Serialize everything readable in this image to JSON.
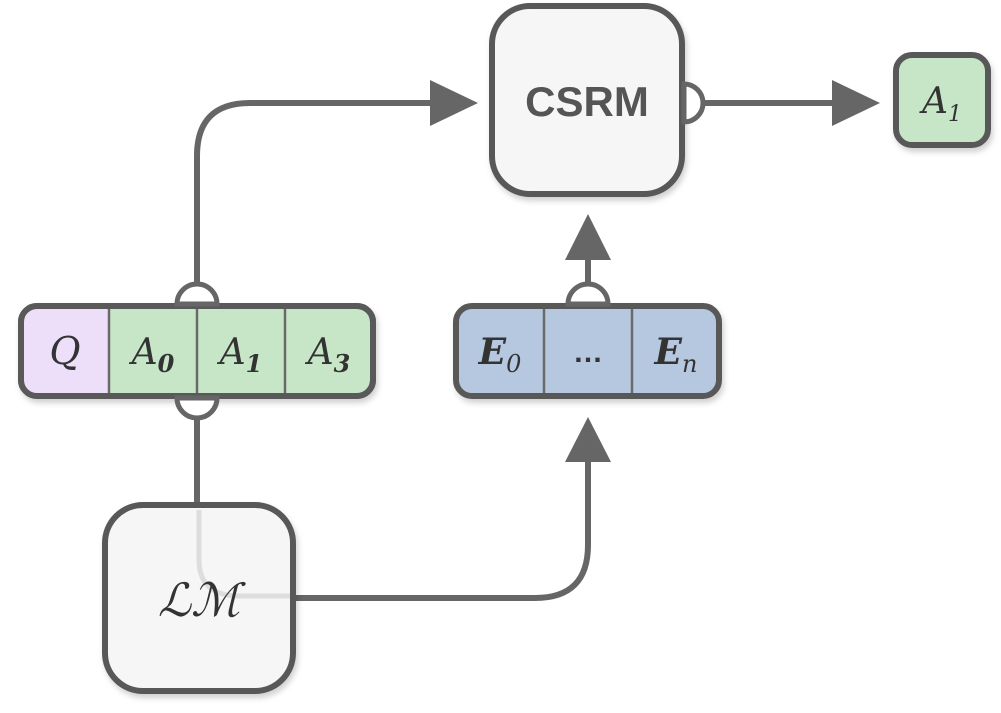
{
  "nodes": {
    "csrm": {
      "label": "CSRM"
    },
    "lm": {
      "label": "ℒℳ"
    },
    "output": {
      "main": "A",
      "sub": "1"
    }
  },
  "context_sequence": [
    {
      "main": "Q",
      "sub": "",
      "color": "#eddffa"
    },
    {
      "main": "A",
      "sub": "0",
      "color": "#c6e6c7"
    },
    {
      "main": "A",
      "sub": "1",
      "color": "#c6e6c7"
    },
    {
      "main": "A",
      "sub": "3",
      "color": "#c6e6c7"
    }
  ],
  "evidence_sequence": [
    {
      "main": "E",
      "sub": "0",
      "color": "#b6c8df"
    },
    {
      "main": "…",
      "sub": "",
      "color": "#b6c8df"
    },
    {
      "main": "E",
      "sub": "n",
      "color": "#b6c8df"
    }
  ],
  "colors": {
    "connector": "#666666",
    "box_stroke": "#595959",
    "box_fill": "#f6f6f6"
  }
}
